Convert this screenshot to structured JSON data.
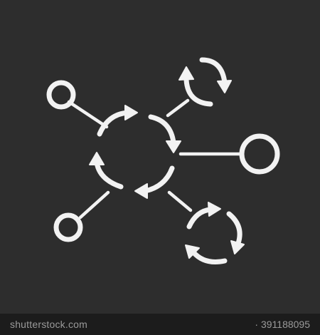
{
  "watermark": {
    "site": "shutterstock.com",
    "image_id": "· 391188095"
  },
  "colors": {
    "background": "#2d2d2d",
    "chalk": "#f2f2f2",
    "strip": "#1c1c1c",
    "strip_text": "#9a9a9a"
  },
  "icon": {
    "name": "molecular-network-cycle-icon",
    "elements": [
      "central-cycle-arrows",
      "node-circle-top-left",
      "node-circle-right",
      "node-circle-bottom-left",
      "small-cycle-top-right",
      "cycle-bottom-right"
    ]
  }
}
